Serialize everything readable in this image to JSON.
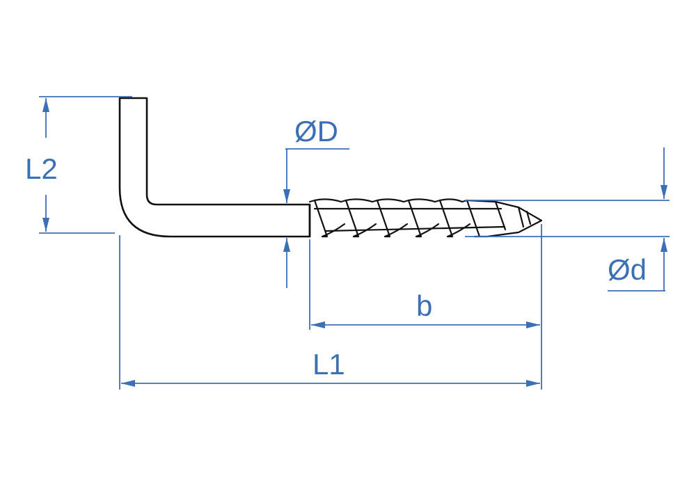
{
  "diagram": {
    "colors": {
      "dimension": "#3B6FB6",
      "part": "#111111",
      "background": "#ffffff"
    },
    "labels": {
      "L2": "L2",
      "D": "ØD",
      "d": "Ød",
      "b": "b",
      "L1": "L1"
    }
  }
}
